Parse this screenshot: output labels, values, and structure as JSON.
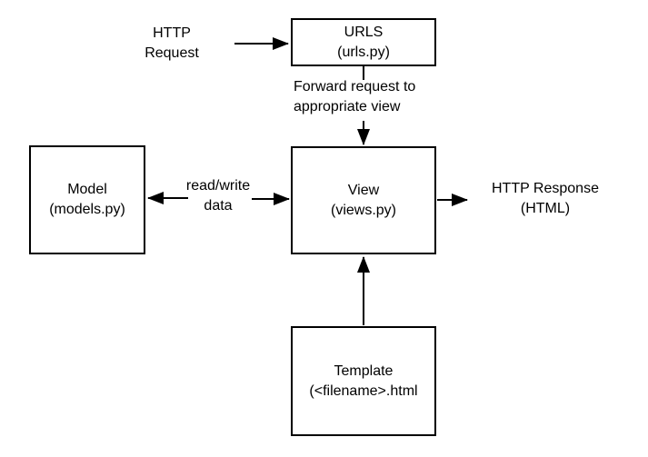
{
  "diagram": {
    "colors": {
      "background": "#ffffff",
      "stroke": "#000000",
      "text": "#000000"
    },
    "nodes": {
      "urls": {
        "title": "URLS",
        "subtitle": "(urls.py)"
      },
      "model": {
        "title": "Model",
        "subtitle": "(models.py)"
      },
      "view": {
        "title": "View",
        "subtitle": "(views.py)"
      },
      "template": {
        "title": "Template",
        "subtitle": "(<filename>.html"
      }
    },
    "labels": {
      "http_request": {
        "line1": "HTTP",
        "line2": "Request"
      },
      "forward": {
        "line1": "Forward request to",
        "line2": "appropriate view"
      },
      "read_write": {
        "line1": "read/write",
        "line2": "data"
      },
      "http_response": {
        "line1": "HTTP Response",
        "line2": "(HTML)"
      }
    },
    "arrows": [
      {
        "name": "http-request-to-urls",
        "from": "HTTP Request",
        "to": "URLS"
      },
      {
        "name": "urls-to-view",
        "from": "URLS",
        "to": "View",
        "label": "Forward request to appropriate view"
      },
      {
        "name": "view-to-model",
        "from": "View",
        "to": "Model",
        "label": "read/write data"
      },
      {
        "name": "model-to-view",
        "from": "Model",
        "to": "View",
        "label": "read/write data"
      },
      {
        "name": "view-to-http-response",
        "from": "View",
        "to": "HTTP Response"
      },
      {
        "name": "template-to-view",
        "from": "Template",
        "to": "View"
      }
    ]
  }
}
